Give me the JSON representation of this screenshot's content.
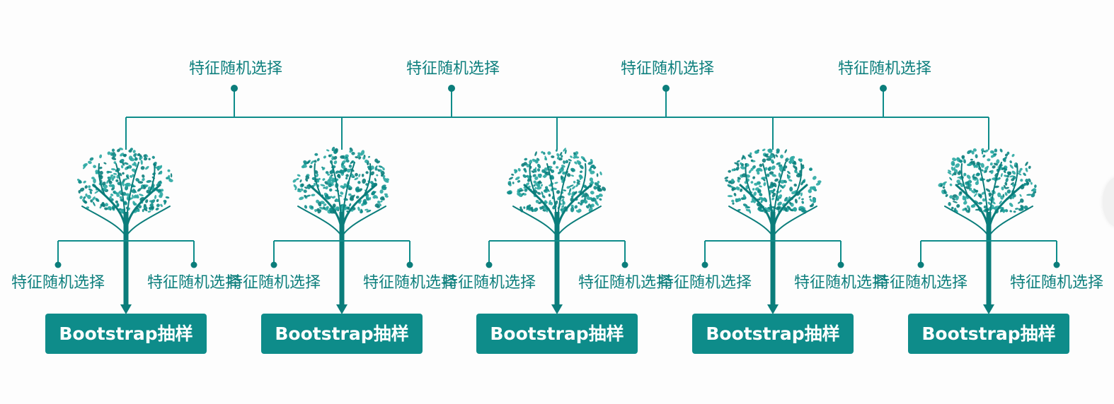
{
  "top_labels": [
    "特征随机选择",
    "特征随机选择",
    "特征随机选择",
    "特征随机选择"
  ],
  "trees": [
    {
      "left_label": "特征随机选择",
      "right_label": "特征随机选择",
      "box_label": "Bootstrap抽样"
    },
    {
      "left_label": "特征随机选择",
      "right_label": "特征随机选择",
      "box_label": "Bootstrap抽样"
    },
    {
      "left_label": "特征随机选择",
      "right_label": "特征随机选择",
      "box_label": "Bootstrap抽样"
    },
    {
      "left_label": "特征随机选择",
      "right_label": "特征随机选择",
      "box_label": "Bootstrap抽样"
    },
    {
      "left_label": "特征随机选择",
      "right_label": "特征随机选择",
      "box_label": "Bootstrap抽样"
    }
  ],
  "colors": {
    "teal": "#0e8c8a",
    "teal_dark": "#0b7d7b",
    "teal_light": "#2aa7a2",
    "box_text": "#ffffff",
    "label_text": "#0d7f7d"
  }
}
